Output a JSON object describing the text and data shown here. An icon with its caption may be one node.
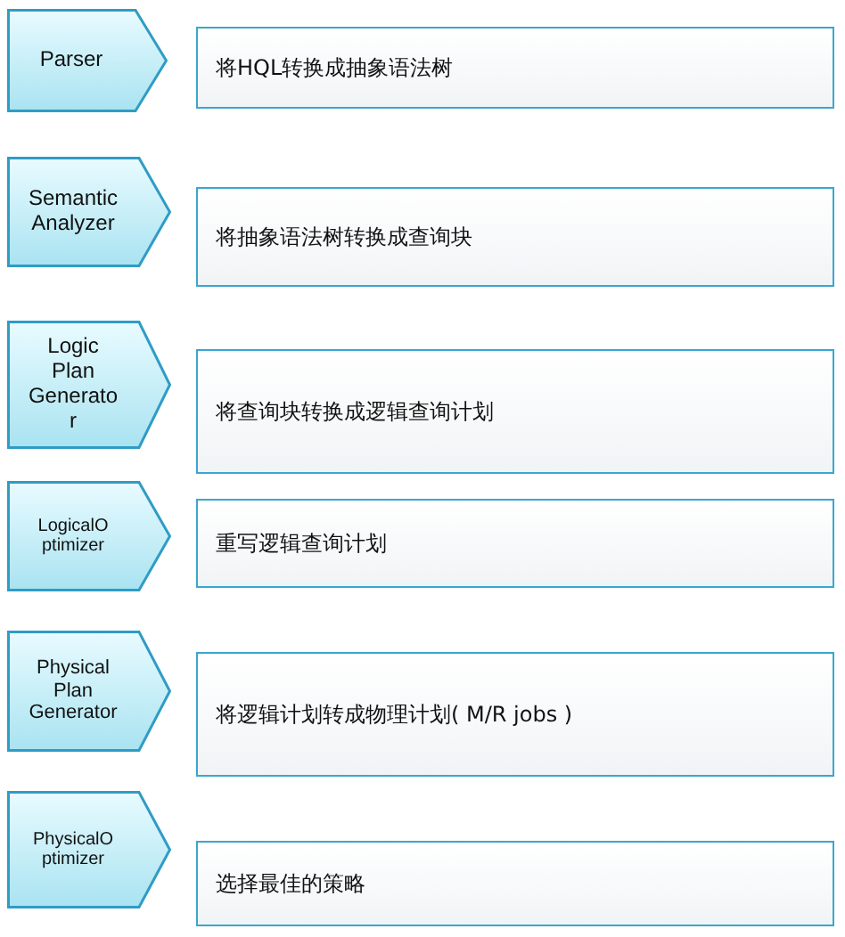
{
  "diagram": {
    "nodes": [
      {
        "text": [
          "Parser"
        ]
      },
      {
        "text": [
          "将HQL转换成抽象语法树"
        ]
      },
      {
        "text": [
          "Semantic Analyzer"
        ]
      },
      {
        "text": [
          "将抽象语法树转换成查询块"
        ]
      },
      {
        "text": [
          "Logic Plan Generator"
        ]
      },
      {
        "text": [
          "将查询块转换成逻辑查询计划"
        ]
      },
      {
        "text": [
          "LogicalOptimizer"
        ]
      },
      {
        "text": [
          "重写逻辑查询计划"
        ]
      },
      {
        "text": [
          "Physical Plan Generator"
        ]
      },
      {
        "text": [
          "将逻辑计划转成物理计划( M/R jobs )"
        ]
      },
      {
        "text": [
          "PhysicalOptimizer"
        ]
      },
      {
        "text": [
          "选择最佳的策略"
        ]
      }
    ]
  }
}
